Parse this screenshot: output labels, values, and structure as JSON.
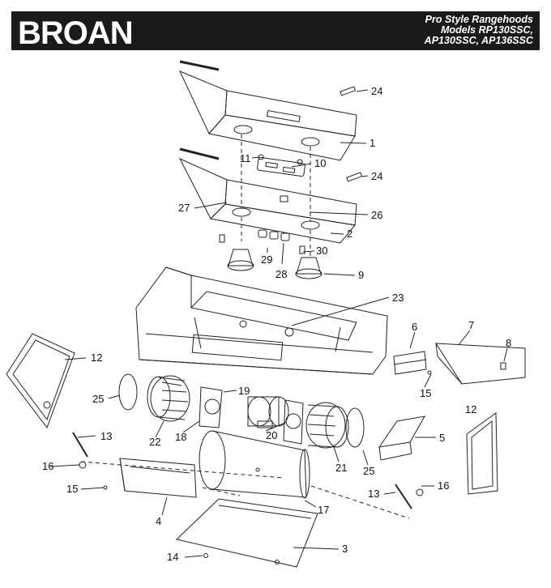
{
  "header": {
    "brand": "BROAN",
    "title_lines": [
      "Pro Style Rangehoods",
      "Models RP130SSC,",
      "AP130SSC, AP136SSC"
    ]
  },
  "diagram": {
    "callouts": [
      "1",
      "2",
      "3",
      "4",
      "5",
      "6",
      "7",
      "8",
      "9",
      "10",
      "11",
      "12",
      "12",
      "13",
      "13",
      "14",
      "15",
      "15",
      "16",
      "16",
      "17",
      "18",
      "19",
      "20",
      "21",
      "22",
      "23",
      "24",
      "24",
      "25",
      "25",
      "26",
      "27",
      "28",
      "29",
      "30"
    ]
  },
  "colors": {
    "header_bg": "#1a1a1a",
    "line": "#222222",
    "brand_text": "#ffffff"
  }
}
